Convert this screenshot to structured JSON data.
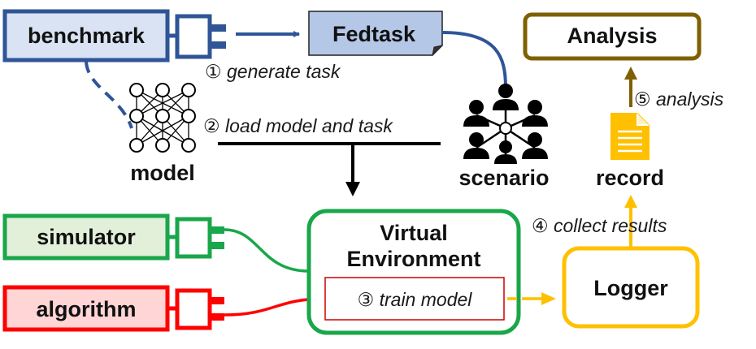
{
  "nodes": {
    "benchmark": "benchmark",
    "fedtask": "Fedtask",
    "analysis": "Analysis",
    "model": "model",
    "scenario": "scenario",
    "record": "record",
    "simulator": "simulator",
    "algorithm": "algorithm",
    "virtual_line1": "Virtual",
    "virtual_line2": "Environment",
    "train": "train model",
    "logger": "Logger"
  },
  "steps": {
    "s1_num": "①",
    "s1": "generate task",
    "s2_num": "②",
    "s2": "load model and  task",
    "s3_num": "③",
    "s4_num": "④",
    "s4": "collect results",
    "s5_num": "⑤",
    "s5": "analysis"
  },
  "colors": {
    "benchmark": "#2f5597",
    "benchmark_fill": "#dae3f3",
    "fedtask_fill": "#b4c7e7",
    "analysis": "#7f6000",
    "simulator": "#1aa64a",
    "simulator_fill": "#e2f0d9",
    "algorithm": "#ff0000",
    "algorithm_fill": "#ffd5d5",
    "logger": "#ffc000"
  }
}
